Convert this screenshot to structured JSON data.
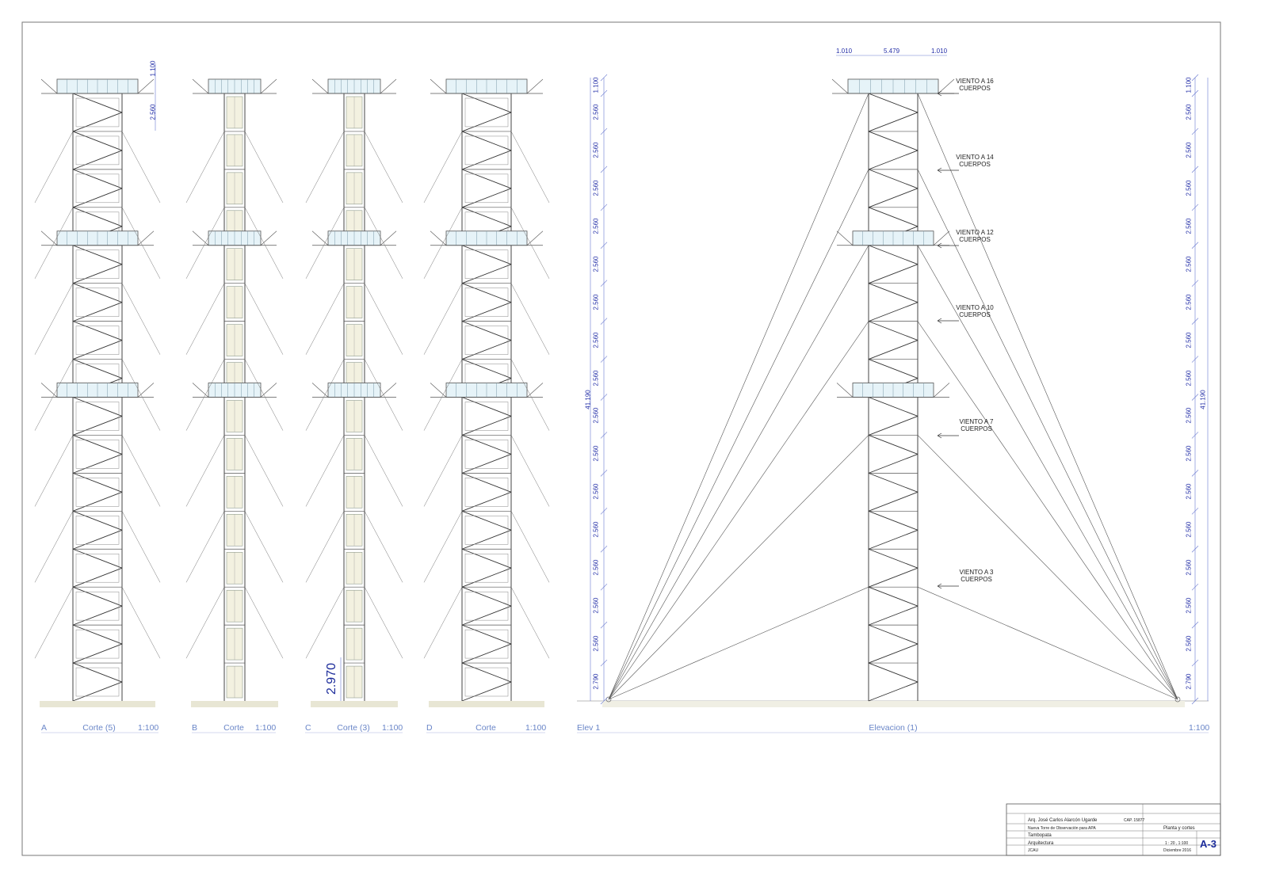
{
  "sheet_code": "A-3",
  "sections": [
    {
      "letter": "A",
      "name": "Corte (5)",
      "scale": "1:100"
    },
    {
      "letter": "B",
      "name": "Corte",
      "scale": "1:100"
    },
    {
      "letter": "C",
      "name": "Corte (3)",
      "scale": "1:100"
    },
    {
      "letter": "D",
      "name": "Corte",
      "scale": "1:100"
    }
  ],
  "elevation": {
    "letter": "Elev 1",
    "name": "Elevacion (1)",
    "scale": "1:100"
  },
  "section_dims": {
    "top": "1.100",
    "second": "2.560"
  },
  "big_dim": "2.970",
  "top_dims": [
    "1.010",
    "5.479",
    "1.010"
  ],
  "level_dims": [
    "1.100",
    "2.560",
    "2.560",
    "2.560",
    "2.560",
    "2.560",
    "2.560",
    "2.560",
    "2.560",
    "2.560",
    "2.560",
    "2.560",
    "2.560",
    "2.560",
    "2.560",
    "2.560",
    "2.790"
  ],
  "total_height": "41.190",
  "wind_labels": [
    {
      "line1": "VIENTO A 16",
      "line2": "CUERPOS"
    },
    {
      "line1": "VIENTO A 14",
      "line2": "CUERPOS"
    },
    {
      "line1": "VIENTO A 12",
      "line2": "CUERPOS"
    },
    {
      "line1": "VIENTO A 10",
      "line2": "CUERPOS"
    },
    {
      "line1": "VIENTO A 7",
      "line2": "CUERPOS"
    },
    {
      "line1": "VIENTO A 3",
      "line2": "CUERPOS"
    }
  ],
  "title_block": {
    "architect": "Arq. José Carlos Alarcón Ugarde",
    "cap": "CAP. 15877",
    "project": "Nueva Torre de Observación para APA",
    "location": "Tambopata",
    "specialty": "Arquitectura",
    "drawn_by": "JCAU",
    "sheet_title": "Planta y cortes",
    "scale": "1 : 20 , 1:100",
    "date": "Diciembre 2016"
  }
}
